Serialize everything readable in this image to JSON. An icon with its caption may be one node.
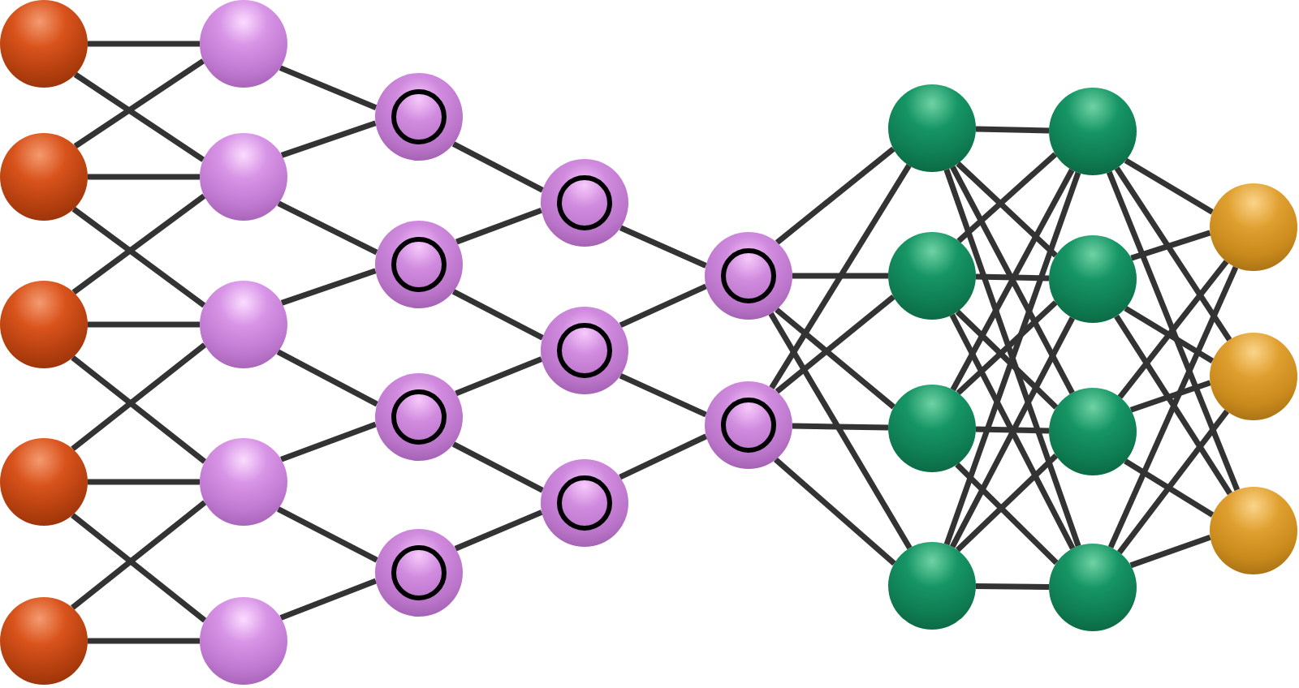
{
  "diagram": {
    "nodes": [
      {
        "text": [],
        "shape": "circle"
      },
      {
        "text": [],
        "shape": "circle"
      },
      {
        "text": [],
        "shape": "circle"
      },
      {
        "text": [],
        "shape": "circle"
      },
      {
        "text": [],
        "shape": "circle"
      },
      {
        "text": [],
        "shape": "circle"
      },
      {
        "text": [],
        "shape": "circle"
      },
      {
        "text": [],
        "shape": "circle"
      },
      {
        "text": [],
        "shape": "circle"
      },
      {
        "text": [],
        "shape": "circle"
      },
      {
        "text": [],
        "shape": "circle"
      },
      {
        "text": [],
        "shape": "circle"
      },
      {
        "text": [],
        "shape": "circle"
      },
      {
        "text": [],
        "shape": "circle"
      },
      {
        "text": [],
        "shape": "circle"
      },
      {
        "text": [],
        "shape": "circle"
      },
      {
        "text": [],
        "shape": "circle"
      },
      {
        "text": [],
        "shape": "circle"
      },
      {
        "text": [],
        "shape": "circle"
      },
      {
        "text": [],
        "shape": "circle"
      },
      {
        "text": [],
        "shape": "circle"
      },
      {
        "text": [],
        "shape": "circle"
      },
      {
        "text": [],
        "shape": "circle"
      },
      {
        "text": [],
        "shape": "circle"
      },
      {
        "text": [],
        "shape": "circle"
      },
      {
        "text": [],
        "shape": "circle"
      },
      {
        "text": [],
        "shape": "circle"
      },
      {
        "text": [],
        "shape": "circle"
      },
      {
        "text": [],
        "shape": "circle"
      },
      {
        "text": [],
        "shape": "circle"
      }
    ],
    "edges": [
      {
        "from": 0,
        "to": 5,
        "arrow": "none"
      },
      {
        "from": 0,
        "to": 6,
        "arrow": "none"
      },
      {
        "from": 1,
        "to": 5,
        "arrow": "none"
      },
      {
        "from": 1,
        "to": 6,
        "arrow": "none"
      },
      {
        "from": 1,
        "to": 7,
        "arrow": "none"
      },
      {
        "from": 2,
        "to": 6,
        "arrow": "none"
      },
      {
        "from": 2,
        "to": 7,
        "arrow": "none"
      },
      {
        "from": 2,
        "to": 8,
        "arrow": "none"
      },
      {
        "from": 3,
        "to": 7,
        "arrow": "none"
      },
      {
        "from": 3,
        "to": 8,
        "arrow": "none"
      },
      {
        "from": 3,
        "to": 9,
        "arrow": "none"
      },
      {
        "from": 4,
        "to": 8,
        "arrow": "none"
      },
      {
        "from": 4,
        "to": 9,
        "arrow": "none"
      },
      {
        "from": 5,
        "to": 10,
        "arrow": "none"
      },
      {
        "from": 6,
        "to": 10,
        "arrow": "none"
      },
      {
        "from": 6,
        "to": 11,
        "arrow": "none"
      },
      {
        "from": 7,
        "to": 11,
        "arrow": "none"
      },
      {
        "from": 7,
        "to": 12,
        "arrow": "none"
      },
      {
        "from": 8,
        "to": 12,
        "arrow": "none"
      },
      {
        "from": 8,
        "to": 13,
        "arrow": "none"
      },
      {
        "from": 9,
        "to": 13,
        "arrow": "none"
      },
      {
        "from": 10,
        "to": 14,
        "arrow": "none"
      },
      {
        "from": 11,
        "to": 14,
        "arrow": "none"
      },
      {
        "from": 11,
        "to": 15,
        "arrow": "none"
      },
      {
        "from": 12,
        "to": 15,
        "arrow": "none"
      },
      {
        "from": 12,
        "to": 16,
        "arrow": "none"
      },
      {
        "from": 13,
        "to": 16,
        "arrow": "none"
      },
      {
        "from": 14,
        "to": 17,
        "arrow": "none"
      },
      {
        "from": 15,
        "to": 17,
        "arrow": "none"
      },
      {
        "from": 15,
        "to": 18,
        "arrow": "none"
      },
      {
        "from": 16,
        "to": 18,
        "arrow": "none"
      },
      {
        "from": 17,
        "to": 19,
        "arrow": "none"
      },
      {
        "from": 17,
        "to": 20,
        "arrow": "none"
      },
      {
        "from": 17,
        "to": 21,
        "arrow": "none"
      },
      {
        "from": 17,
        "to": 22,
        "arrow": "none"
      },
      {
        "from": 18,
        "to": 19,
        "arrow": "none"
      },
      {
        "from": 18,
        "to": 20,
        "arrow": "none"
      },
      {
        "from": 18,
        "to": 21,
        "arrow": "none"
      },
      {
        "from": 18,
        "to": 22,
        "arrow": "none"
      },
      {
        "from": 19,
        "to": 23,
        "arrow": "none"
      },
      {
        "from": 19,
        "to": 24,
        "arrow": "none"
      },
      {
        "from": 19,
        "to": 25,
        "arrow": "none"
      },
      {
        "from": 19,
        "to": 26,
        "arrow": "none"
      },
      {
        "from": 20,
        "to": 23,
        "arrow": "none"
      },
      {
        "from": 20,
        "to": 24,
        "arrow": "none"
      },
      {
        "from": 20,
        "to": 25,
        "arrow": "none"
      },
      {
        "from": 20,
        "to": 26,
        "arrow": "none"
      },
      {
        "from": 21,
        "to": 23,
        "arrow": "none"
      },
      {
        "from": 21,
        "to": 24,
        "arrow": "none"
      },
      {
        "from": 21,
        "to": 25,
        "arrow": "none"
      },
      {
        "from": 21,
        "to": 26,
        "arrow": "none"
      },
      {
        "from": 22,
        "to": 23,
        "arrow": "none"
      },
      {
        "from": 22,
        "to": 24,
        "arrow": "none"
      },
      {
        "from": 22,
        "to": 25,
        "arrow": "none"
      },
      {
        "from": 22,
        "to": 26,
        "arrow": "none"
      },
      {
        "from": 23,
        "to": 27,
        "arrow": "none"
      },
      {
        "from": 23,
        "to": 28,
        "arrow": "none"
      },
      {
        "from": 23,
        "to": 29,
        "arrow": "none"
      },
      {
        "from": 24,
        "to": 27,
        "arrow": "none"
      },
      {
        "from": 24,
        "to": 28,
        "arrow": "none"
      },
      {
        "from": 24,
        "to": 29,
        "arrow": "none"
      },
      {
        "from": 25,
        "to": 27,
        "arrow": "none"
      },
      {
        "from": 25,
        "to": 28,
        "arrow": "none"
      },
      {
        "from": 25,
        "to": 29,
        "arrow": "none"
      },
      {
        "from": 26,
        "to": 27,
        "arrow": "none"
      },
      {
        "from": 26,
        "to": 28,
        "arrow": "none"
      },
      {
        "from": 26,
        "to": 29,
        "arrow": "none"
      }
    ]
  }
}
